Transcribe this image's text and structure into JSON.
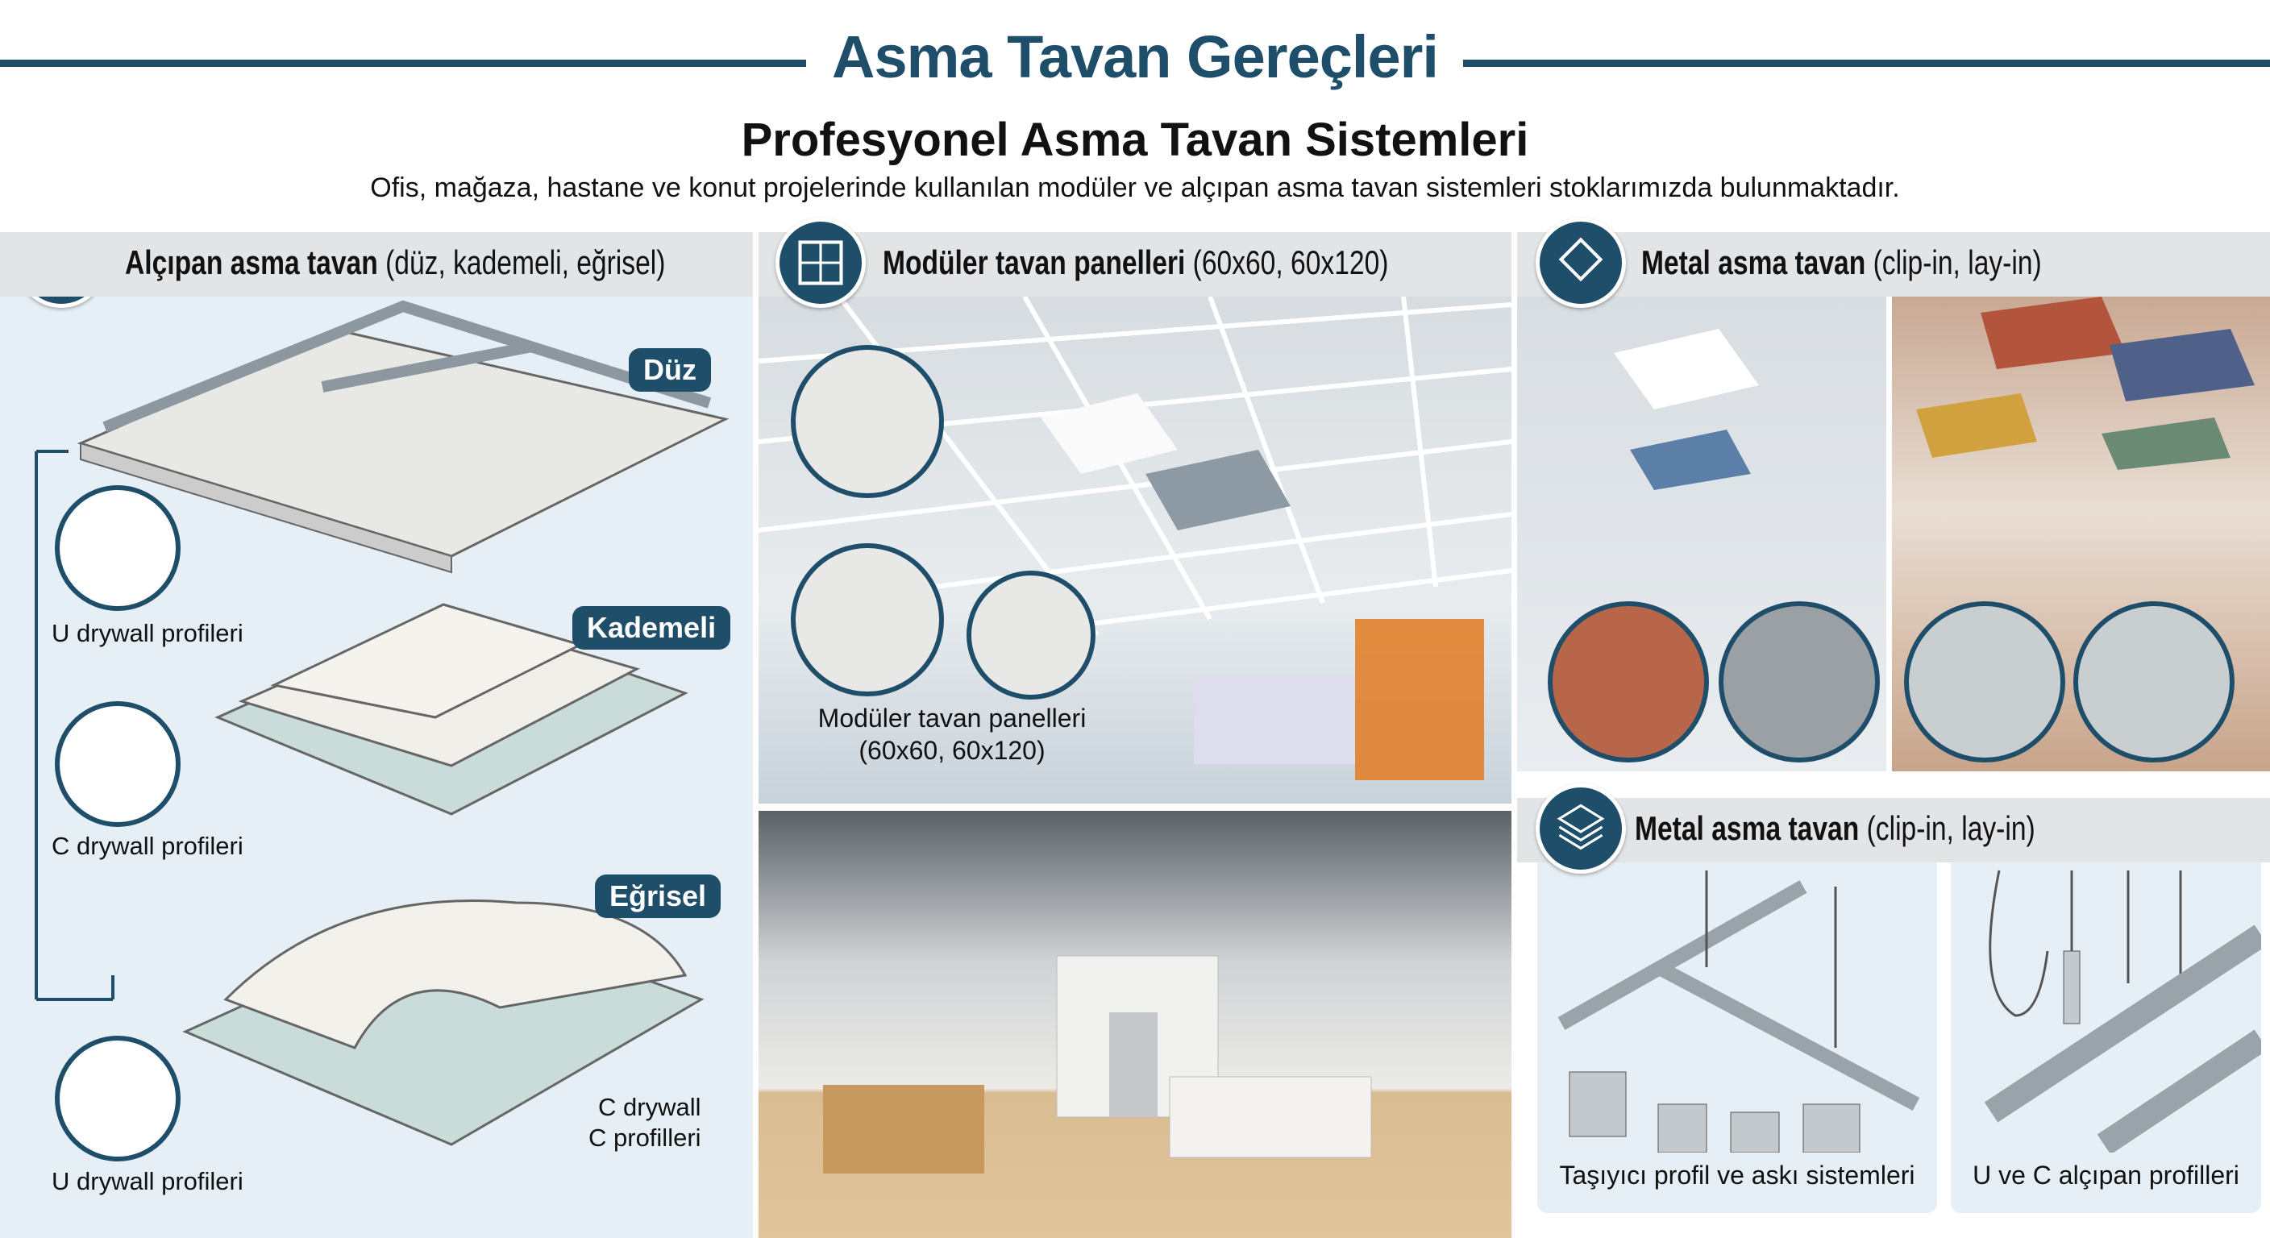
{
  "header": {
    "title": "Asma Tavan Gereçleri",
    "subtitle": "Profesyonel Asma Tavan Sistemleri",
    "description": "Ofis, mağaza, hastane ve konut projelerinde kullanılan modüler ve alçıpan asma tavan sistemleri stoklarımızda bulunmaktadır."
  },
  "colors": {
    "primary": "#1f4e6b",
    "panel_bg": "#e6eff5",
    "bar_bg": "#e3e4e6"
  },
  "sections": {
    "drywall": {
      "icon": "drywall-icon",
      "title": "Alçıpan asma tavan",
      "subtitle": "(düz, kademeli, eğrisel)",
      "badges": [
        "Düz",
        "Kademeli",
        "Eğrisel"
      ],
      "labels": {
        "u1": "U drywall profileri",
        "c1": "C drywall profileri",
        "u2": "U drywall profileri",
        "c2a": "C drywall",
        "c2b": "C profilleri"
      }
    },
    "modular": {
      "icon": "grid-panel-icon",
      "title": "Modüler tavan panelleri",
      "subtitle": "(60x60, 60x120)",
      "caption_1": "Modüler tavan panelleri",
      "caption_2": "(60x60, 60x120)"
    },
    "metal_top": {
      "icon": "metal-tile-icon",
      "title": "Metal asma tavan",
      "subtitle": "(clip-in, lay-in)"
    },
    "metal_bottom": {
      "icon": "layers-icon",
      "title": "Metal asma tavan",
      "subtitle": "(clip-in, lay-in)",
      "caption_left": "Taşıyıcı profil ve askı sistemleri",
      "caption_right": "U ve C alçıpan profilleri"
    }
  }
}
